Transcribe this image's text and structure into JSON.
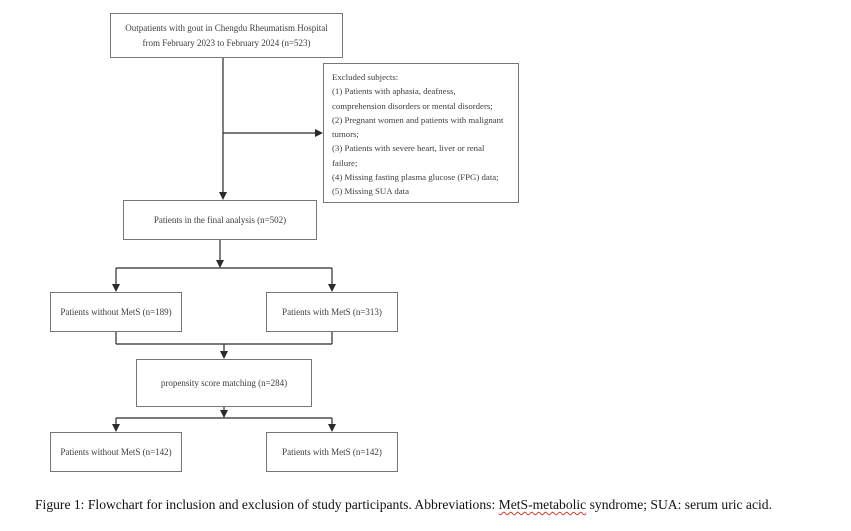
{
  "flowchart": {
    "top_box": {
      "line1": "Outpatients with gout in Chengdu Rheumatism Hospital",
      "line2": "from February 2023 to February 2024 (n=523)"
    },
    "excluded_box": {
      "lines": [
        "Excluded subjects:",
        "(1) Patients with aphasia, deafness,",
        "comprehension disorders or mental disorders;",
        "(2) Pregnant women and patients with malignant",
        "tumors;",
        "(3) Patients with severe heart, liver or renal",
        "failure;",
        "(4) Missing fasting plasma glucose (FPG) data;",
        "(5) Missing SUA data"
      ]
    },
    "final_box": {
      "label": "Patients in the final analysis (n=502)"
    },
    "no_mets_box": {
      "label": "Patients without MetS (n=189)"
    },
    "mets_box": {
      "label": "Patients with MetS (n=313)"
    },
    "psm_box": {
      "label": "propensity score matching (n=284)"
    },
    "no_mets_matched_box": {
      "label": "Patients without MetS (n=142)"
    },
    "mets_matched_box": {
      "label": "Patients with MetS (n=142)"
    }
  },
  "caption": {
    "prefix": "Figure 1: Flowchart for inclusion and exclusion of study participants. Abbreviations: ",
    "misspelled_term": "MetS-metabolic",
    "suffix": " syndrome; SUA: serum uric acid."
  },
  "colors": {
    "border": "#777777",
    "connector": "#2b2b2b",
    "box_text": "#3d3d3d",
    "caption_text": "#111111",
    "spellcheck_underline": "#d23b2f"
  }
}
